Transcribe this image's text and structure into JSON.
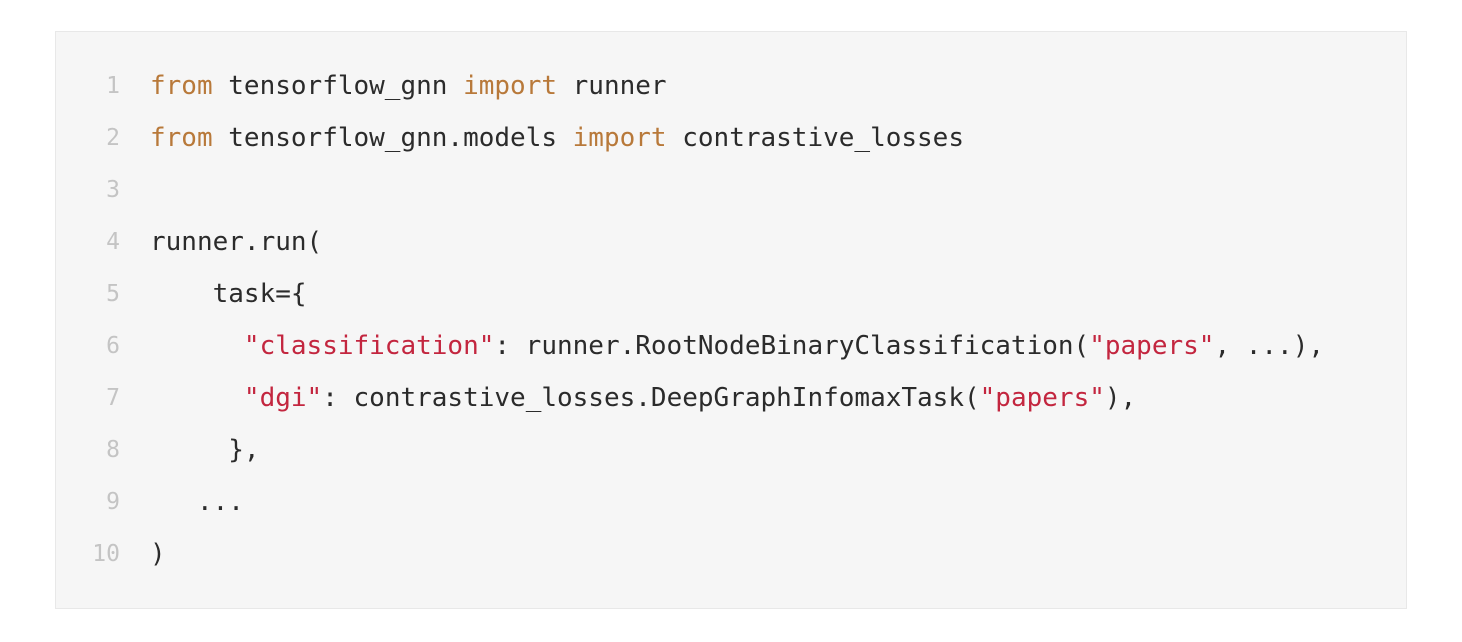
{
  "code_block": {
    "language": "python",
    "lines": [
      {
        "number": "1",
        "tokens": [
          {
            "t": "from",
            "k": "kw"
          },
          {
            "t": " tensorflow_gnn ",
            "k": ""
          },
          {
            "t": "import",
            "k": "kw"
          },
          {
            "t": " runner",
            "k": ""
          }
        ]
      },
      {
        "number": "2",
        "tokens": [
          {
            "t": "from",
            "k": "kw"
          },
          {
            "t": " tensorflow_gnn.models ",
            "k": ""
          },
          {
            "t": "import",
            "k": "kw"
          },
          {
            "t": " contrastive_losses",
            "k": ""
          }
        ]
      },
      {
        "number": "3",
        "tokens": []
      },
      {
        "number": "4",
        "tokens": [
          {
            "t": "runner.run(",
            "k": ""
          }
        ]
      },
      {
        "number": "5",
        "tokens": [
          {
            "t": "    task={",
            "k": ""
          }
        ]
      },
      {
        "number": "6",
        "tokens": [
          {
            "t": "      ",
            "k": ""
          },
          {
            "t": "\"classification\"",
            "k": "str"
          },
          {
            "t": ": runner.RootNodeBinaryClassification(",
            "k": ""
          },
          {
            "t": "\"papers\"",
            "k": "str"
          },
          {
            "t": ", ...),",
            "k": ""
          }
        ]
      },
      {
        "number": "7",
        "tokens": [
          {
            "t": "      ",
            "k": ""
          },
          {
            "t": "\"dgi\"",
            "k": "str"
          },
          {
            "t": ": contrastive_losses.DeepGraphInfomaxTask(",
            "k": ""
          },
          {
            "t": "\"papers\"",
            "k": "str"
          },
          {
            "t": "),",
            "k": ""
          }
        ]
      },
      {
        "number": "8",
        "tokens": [
          {
            "t": "     },",
            "k": ""
          }
        ]
      },
      {
        "number": "9",
        "tokens": [
          {
            "t": "   ...",
            "k": ""
          }
        ]
      },
      {
        "number": "10",
        "tokens": [
          {
            "t": ")",
            "k": ""
          }
        ]
      }
    ]
  },
  "colors": {
    "background": "#f6f6f6",
    "keyword": "#b8793a",
    "string": "#c3263f",
    "text": "#2b2b2b",
    "line_number": "#c4c4c4"
  }
}
